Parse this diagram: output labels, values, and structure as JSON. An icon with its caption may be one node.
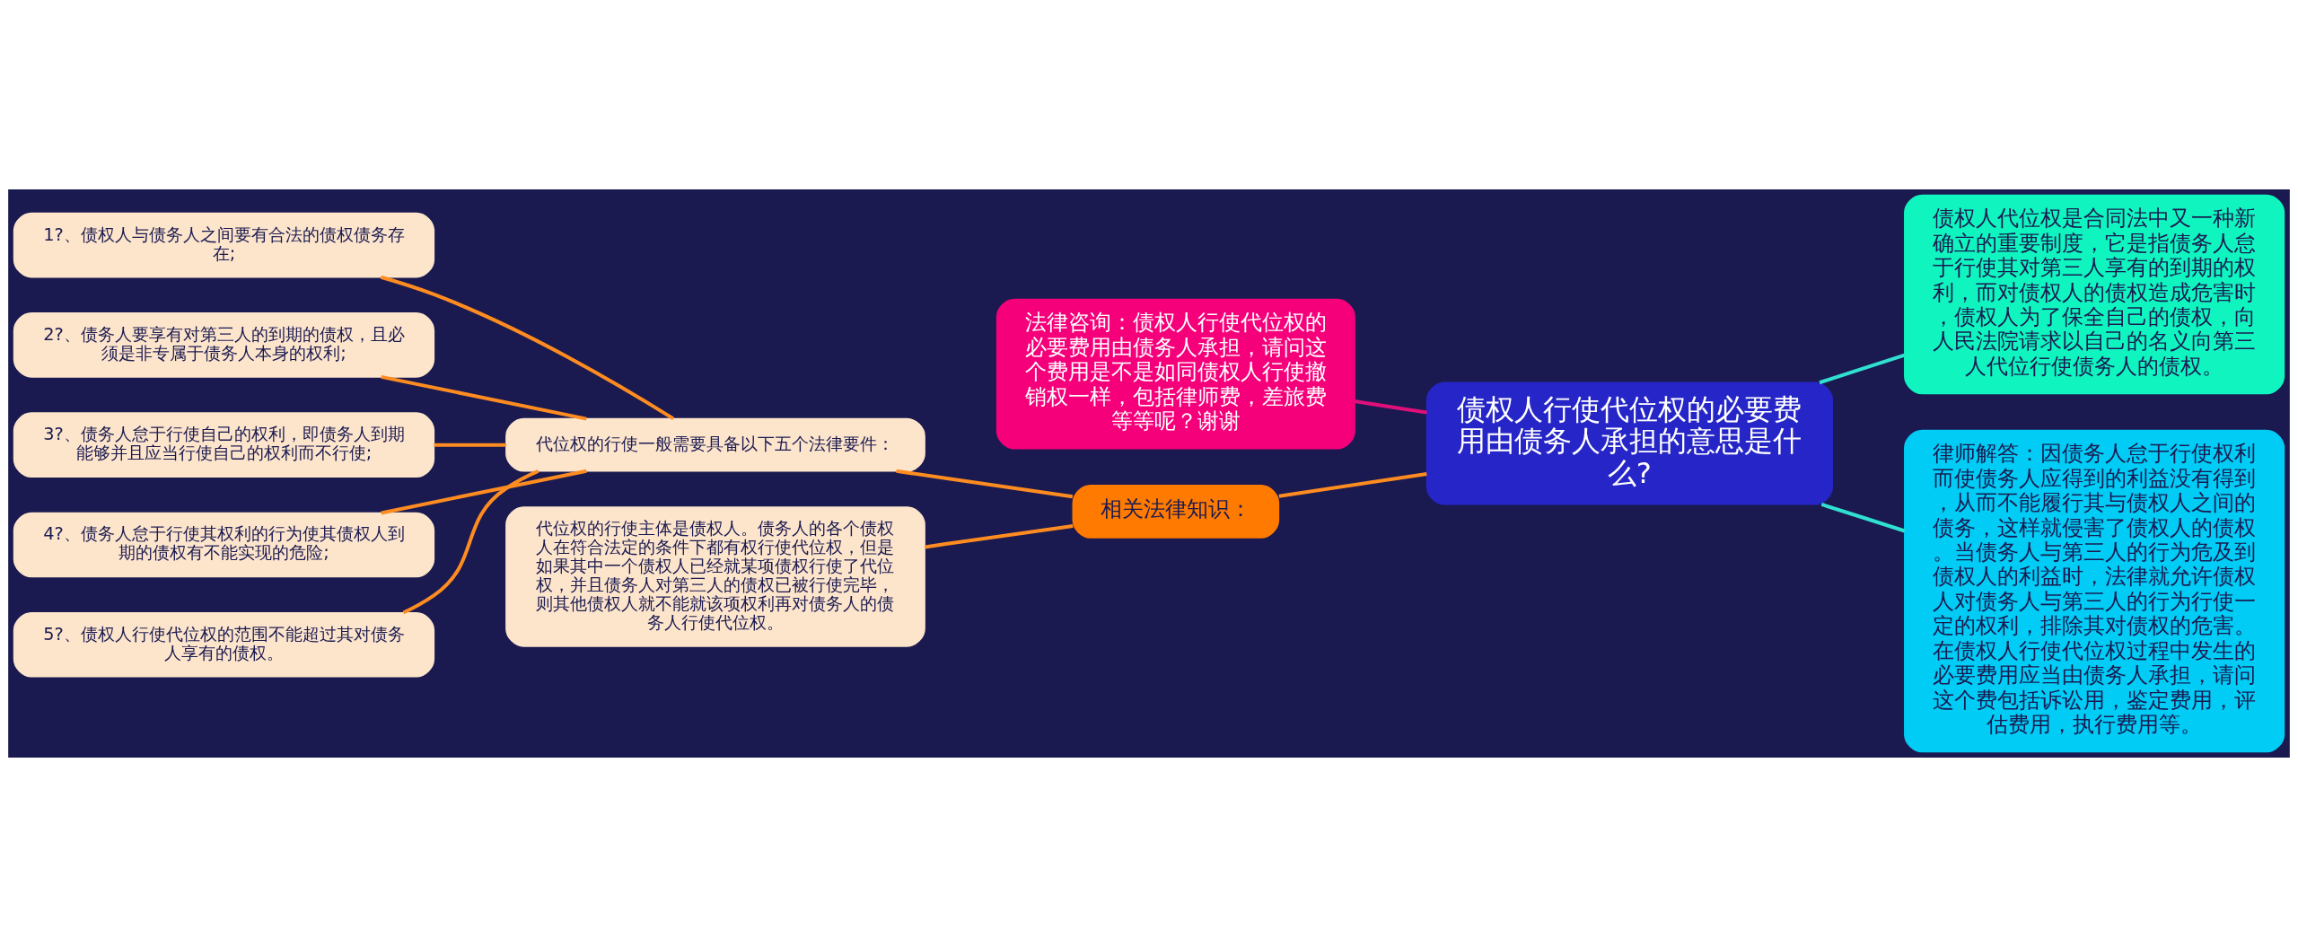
{
  "diagram": {
    "nodes": [
      {
        "text": [
          "债权人行使代位权的必要费用由债务人承担的意思是什么?"
        ]
      },
      {
        "text": [
          "法律咨询：债权人行使代位权的必要费用由债务人承担，请问这个费用是不是如同债权人行使撤销权一样，包括律师费，差旅费等等呢？谢谢"
        ]
      },
      {
        "text": [
          "债权人代位权是合同法中又一种新确立的重要制度，它是指债务人怠于行使其对第三人享有的到期的权利，而对债权人的债权造成危害时，债权人为了保全自己的债权，向人民法院请求以自己的名义向第三人代位行使债务人的债权。"
        ]
      },
      {
        "text": [
          "律师解答：因债务人怠于行使权利而使债务人应得到的利益没有得到，从而不能履行其与债权人之间的债务，这样就侵害了债权人的债权。当债务人与第三人的行为危及到债权人的利益时，法律就允许债权人对债务人与第三人的行为行使一定的权利，排除其对债权的危害。在债权人行使代位权过程中发生的必要费用应当由债务人承担，请问这个费包括诉讼用，鉴定费用，评估费用，执行费用等。"
        ]
      },
      {
        "text": [
          "相关法律知识："
        ]
      },
      {
        "text": [
          "代位权的行使一般需要具备以下五个法律要件："
        ]
      },
      {
        "text": [
          "代位权的行使主体是债权人。债务人的各个债权人在符合法定的条件下都有权行使代位权，但是如果其中一个债权人已经就某项债权行使了代位权，并且债务人对第三人的债权已被行使完毕，则其他债权人就不能就该项权利再对债务人的债务人行使代位权。"
        ]
      },
      {
        "text": [
          "1?、债权人与债务人之间要有合法的债权债务存在;"
        ]
      },
      {
        "text": [
          "2?、债务人要享有对第三人的到期的债权，且必须是非专属于债务人本身的权利;"
        ]
      },
      {
        "text": [
          "3?、债务人怠于行使自己的权利，即债务人到期能够并且应当行使自己的权利而不行使;"
        ]
      },
      {
        "text": [
          "4?、债务人怠于行使其权利的行为使其债权人到期的债权有不能实现的危险;"
        ]
      },
      {
        "text": [
          "5?、债权人行使代位权的范围不能超过其对债务人享有的债权。"
        ]
      }
    ],
    "edges": [
      {
        "from": 0,
        "to": 1,
        "arrow": "none",
        "color": "#e0107a"
      },
      {
        "from": 0,
        "to": 2,
        "arrow": "none",
        "color": "#30e0d0"
      },
      {
        "from": 0,
        "to": 3,
        "arrow": "none",
        "color": "#30e0d0"
      },
      {
        "from": 0,
        "to": 4,
        "arrow": "none"
      },
      {
        "from": 4,
        "to": 5,
        "arrow": "none"
      },
      {
        "from": 4,
        "to": 6,
        "arrow": "none"
      },
      {
        "from": 5,
        "to": 7,
        "arrow": "none"
      },
      {
        "from": 5,
        "to": 8,
        "arrow": "none"
      },
      {
        "from": 5,
        "to": 9,
        "arrow": "none"
      },
      {
        "from": 5,
        "to": 10,
        "arrow": "none"
      },
      {
        "from": 5,
        "to": 11,
        "arrow": "none"
      }
    ]
  }
}
